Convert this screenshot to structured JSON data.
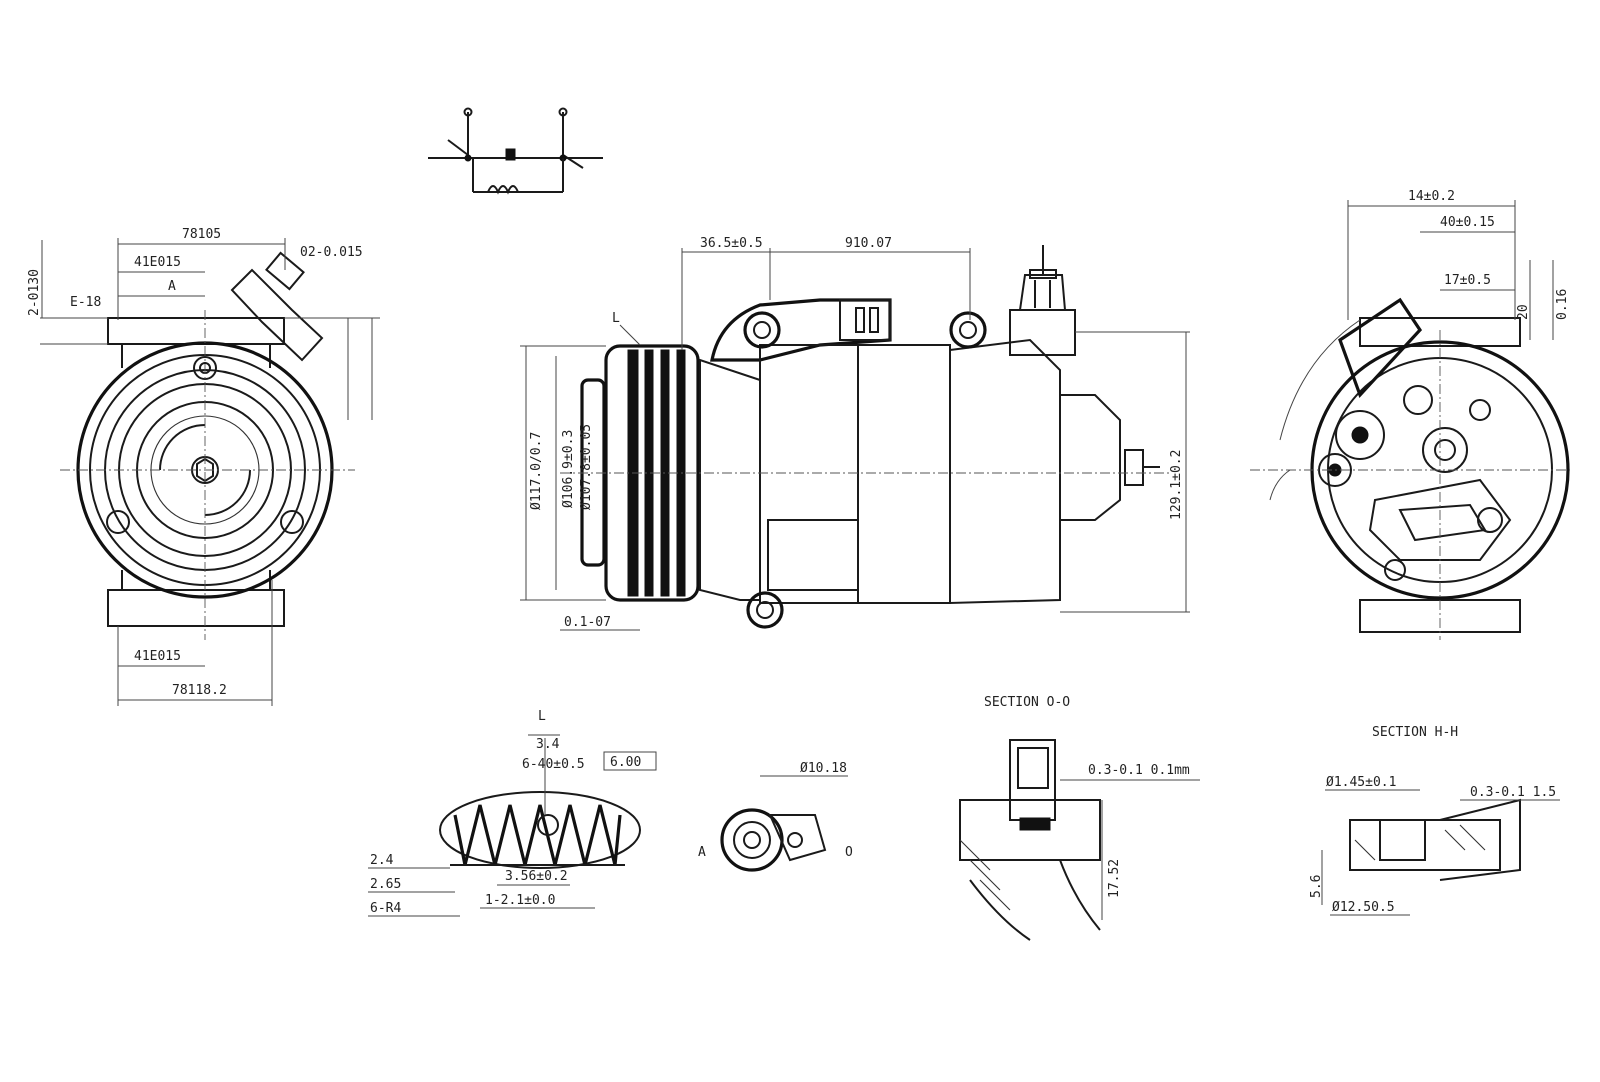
{
  "drawing": {
    "top_schematic": {
      "labels": [
        "",
        "",
        "",
        "",
        ""
      ]
    },
    "front_view": {
      "dims": {
        "width_top": "78105",
        "half_top": "41E015",
        "tag_a": "A",
        "left_offset": "E-18",
        "left_vertical": "2-0130",
        "fitting": "02-0.015",
        "half_bottom": "41E015",
        "width_bottom": "78118.2"
      }
    },
    "side_view": {
      "dims": {
        "top_left": "36.5±0.5",
        "top_right": "910.07",
        "pulley_outer": "Ø117.0/0.7",
        "pulley_mid": "Ø106.9±0.3",
        "pulley_inner": "Ø107.8±0.05",
        "bottom_offset": "0.1-07",
        "height": "129.1±0.2",
        "leader_tag": "L"
      }
    },
    "rear_view": {
      "dims": {
        "top": "14±0.2",
        "second": "40±0.15",
        "third": "17±0.5",
        "right_a": "20",
        "right_b": "0.16"
      }
    },
    "belt_detail": {
      "dims": {
        "tag": "L",
        "pitch": "3.4",
        "angle": "6-40±0.5",
        "ref": "6.00",
        "left_a": "2.4",
        "left_b": "2.65",
        "left_c": "6-R4",
        "mid": "3.56±0.2",
        "bottom": "1-2.1±0.0"
      }
    },
    "fitting_detail": {
      "dims": {
        "top": "Ø10.18",
        "left": "A",
        "right": "O"
      }
    },
    "section_a": {
      "title": "SECTION O-O",
      "dims": {
        "right": "0.3-0.1 0.1mm",
        "height": "17.52"
      }
    },
    "section_b": {
      "title": "SECTION H-H",
      "dims": {
        "top_left": "Ø1.45±0.1",
        "top_right": "0.3-0.1 1.5",
        "left_v": "5.6",
        "bottom": "Ø12.50.5"
      }
    }
  }
}
